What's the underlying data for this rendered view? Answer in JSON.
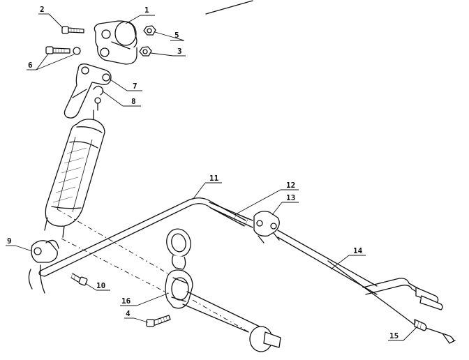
{
  "parts": [
    {
      "id": "part-1",
      "label": "1"
    },
    {
      "id": "part-2",
      "label": "2"
    },
    {
      "id": "part-3",
      "label": "3"
    },
    {
      "id": "part-4",
      "label": "4"
    },
    {
      "id": "part-5",
      "label": "5"
    },
    {
      "id": "part-6",
      "label": "6"
    },
    {
      "id": "part-7",
      "label": "7"
    },
    {
      "id": "part-8",
      "label": "8"
    },
    {
      "id": "part-9",
      "label": "9"
    },
    {
      "id": "part-10",
      "label": "10"
    },
    {
      "id": "part-11",
      "label": "11"
    },
    {
      "id": "part-12",
      "label": "12"
    },
    {
      "id": "part-13",
      "label": "13"
    },
    {
      "id": "part-14",
      "label": "14"
    },
    {
      "id": "part-15",
      "label": "15"
    },
    {
      "id": "part-16",
      "label": "16"
    }
  ]
}
